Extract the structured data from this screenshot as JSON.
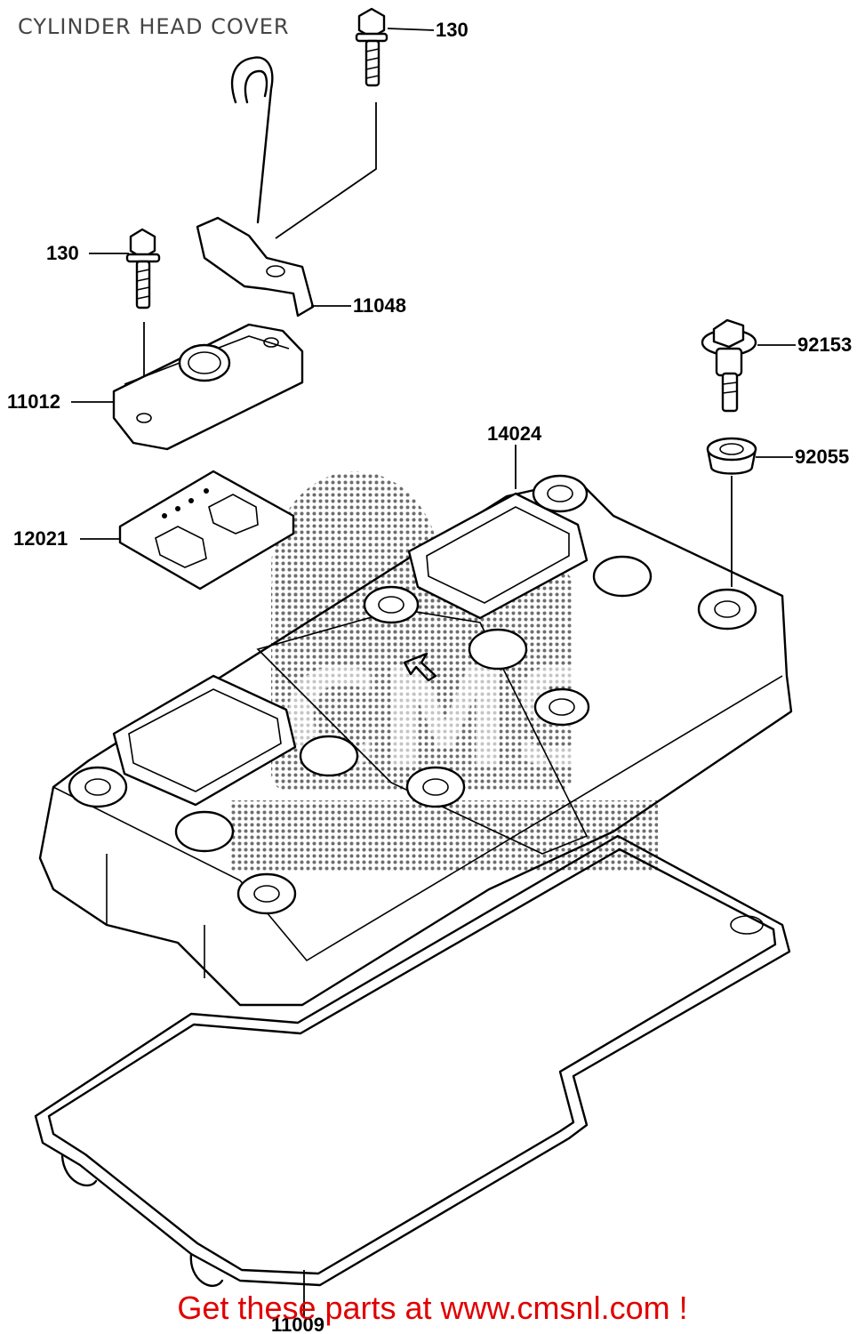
{
  "title": "CYLINDER HEAD COVER",
  "parts": {
    "bolt_top": "130",
    "bolt_left": "130",
    "bracket": "11048",
    "cap": "11012",
    "plate": "12021",
    "cover": "14024",
    "bolt_right": "92153",
    "grommet": "92055",
    "gasket": "11009"
  },
  "watermark": "CMS",
  "promo": "Get these parts at www.cmsnl.com !"
}
